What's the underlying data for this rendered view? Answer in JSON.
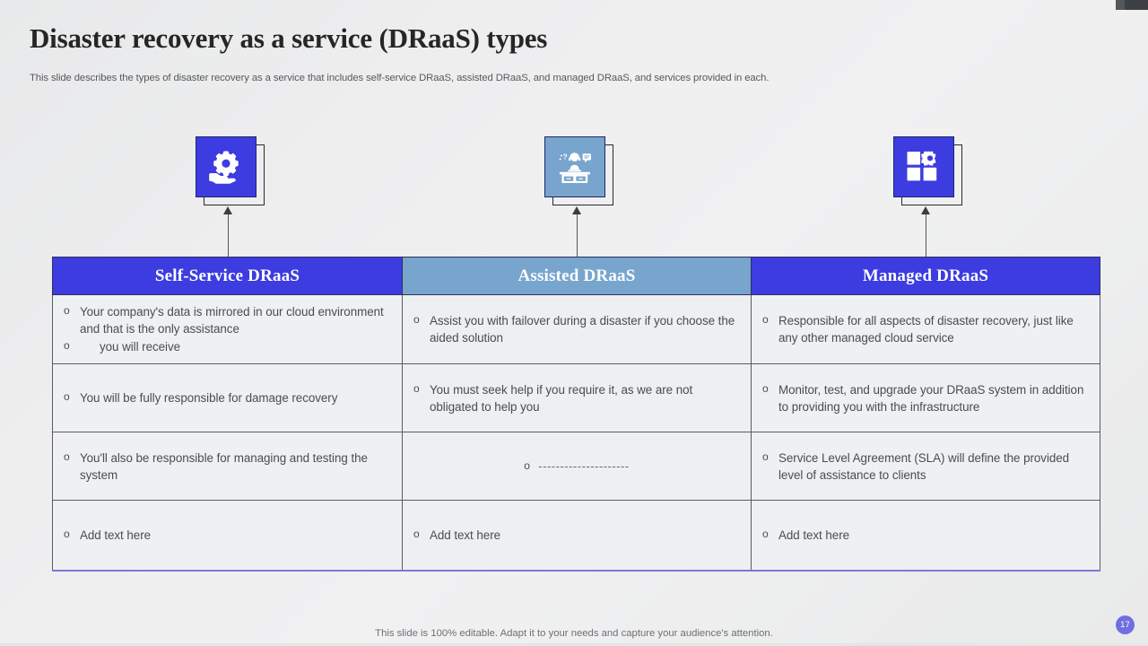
{
  "slide": {
    "title": "Disaster recovery as a service (DRaaS) types",
    "subtitle": "This slide describes the types of disaster recovery as a service that includes self-service DRaaS, assisted DRaaS, and managed DRaaS, and services provided in each.",
    "footer_note": "This slide is 100% editable. Adapt it to your needs and capture your audience's attention.",
    "page_number": "17"
  },
  "colors": {
    "primary_blue": "#3c3ce0",
    "secondary_blue": "#77a5cd",
    "header_text": "#ffffff",
    "body_text": "#4b4c4e",
    "badge": "#6f6fe0",
    "cell_bg": "#eff0f1",
    "canvas_bg": "#eceded"
  },
  "icons": [
    {
      "name": "hand-gear-icon",
      "tile_color": "#3c3ce0",
      "column": "Self-Service DRaaS"
    },
    {
      "name": "support-agent-desk-icon",
      "tile_color": "#77a5cd",
      "column": "Assisted DRaaS"
    },
    {
      "name": "grid-gear-icon",
      "tile_color": "#3c3ce0",
      "column": "Managed DRaaS"
    }
  ],
  "table": {
    "headers": [
      {
        "label": "Self-Service DRaaS",
        "bg": "#3c3ce0"
      },
      {
        "label": "Assisted DRaaS",
        "bg": "#77a5cd"
      },
      {
        "label": "Managed DRaaS",
        "bg": "#3c3ce0"
      }
    ],
    "bullet_glyph": "o",
    "rows": [
      {
        "self": {
          "lines": [
            "Your company's data is mirrored in our cloud environment and that is the only assistance",
            "you will receive"
          ]
        },
        "assisted": {
          "lines": [
            "Assist you with failover during a disaster if you choose the aided solution"
          ]
        },
        "managed": {
          "lines": [
            "Responsible for all aspects of disaster recovery, just like any other managed cloud service"
          ]
        }
      },
      {
        "self": {
          "lines": [
            "You will be fully responsible for damage recovery"
          ]
        },
        "assisted": {
          "lines": [
            "You must seek help if you require it, as we are not obligated to help you"
          ]
        },
        "managed": {
          "lines": [
            "Monitor, test, and upgrade your DRaaS system in addition to providing you with the infrastructure"
          ]
        }
      },
      {
        "self": {
          "lines": [
            "You'll also be responsible for managing and testing the system"
          ]
        },
        "assisted": {
          "placeholder": "---------------------"
        },
        "managed": {
          "lines": [
            "Service Level Agreement (SLA) will define the provided level of assistance to clients"
          ]
        }
      },
      {
        "self": {
          "lines": [
            "Add text here"
          ]
        },
        "assisted": {
          "lines": [
            "Add text here"
          ]
        },
        "managed": {
          "lines": [
            "Add text here"
          ]
        }
      }
    ]
  }
}
